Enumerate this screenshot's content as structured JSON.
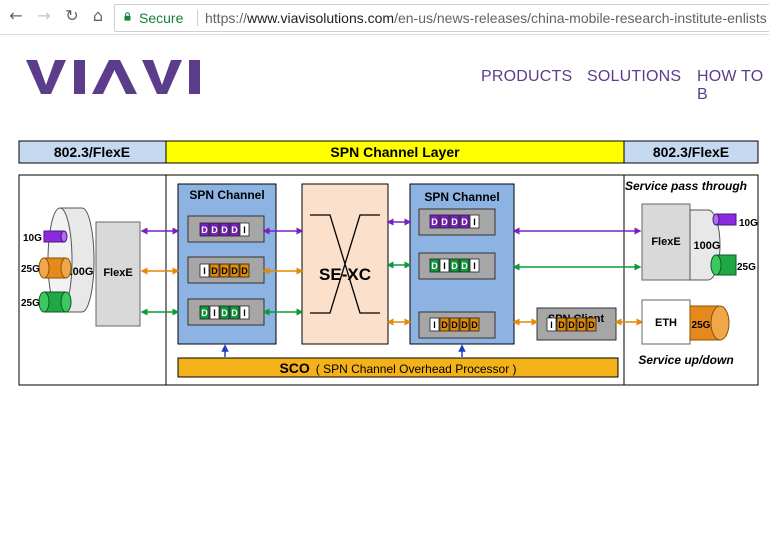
{
  "browser": {
    "secure_label": "Secure",
    "url_scheme": "https://",
    "url_host": "www.viavisolutions.com",
    "url_path": "/en-us/news-releases/china-mobile-research-institute-enlists"
  },
  "site": {
    "logo_text": "VIAVI",
    "nav": [
      "PRODUCTS",
      "SOLUTIONS",
      "HOW TO B"
    ]
  },
  "diagram": {
    "header_left": "802.3/FlexE",
    "header_center": "SPN Channel Layer",
    "header_right": "802.3/FlexE",
    "left_ports": [
      "10G",
      "25G",
      "25G"
    ],
    "left_pipe": "100G",
    "left_flexe": "FlexE",
    "spn_channel_left": "SPN Channel",
    "spn_channel_right": "SPN Channel",
    "sexc": "SE-XC",
    "sco_main": "SCO",
    "sco_detail": "( SPN Channel Overhead Processor )",
    "spn_client": "SPN Client",
    "service_pass": "Service pass through",
    "right_flexe": "FlexE",
    "right_pipe": "100G",
    "right_ports": [
      "10G",
      "25G"
    ],
    "eth": "ETH",
    "eth_pipe": "25G",
    "service_updown": "Service up/down",
    "frame_letters": {
      "purple": [
        "D",
        "D",
        "D",
        "D",
        "I"
      ],
      "orange": [
        "I",
        "D",
        "D",
        "D",
        "D"
      ],
      "green": [
        "D",
        "I",
        "D",
        "D",
        "I"
      ],
      "client": [
        "I",
        "D",
        "D",
        "D",
        "D"
      ]
    }
  },
  "colors": {
    "purple": "#7a1fc2",
    "orange": "#e28a05",
    "green": "#0c9a3a",
    "yellow": "#ffff00",
    "header_blue": "#c5d9f1",
    "channel_blue": "#8db3e2",
    "sexc_peach": "#fbe0cc",
    "sco_orange": "#f3b21a",
    "brand": "#5c3d8c"
  }
}
